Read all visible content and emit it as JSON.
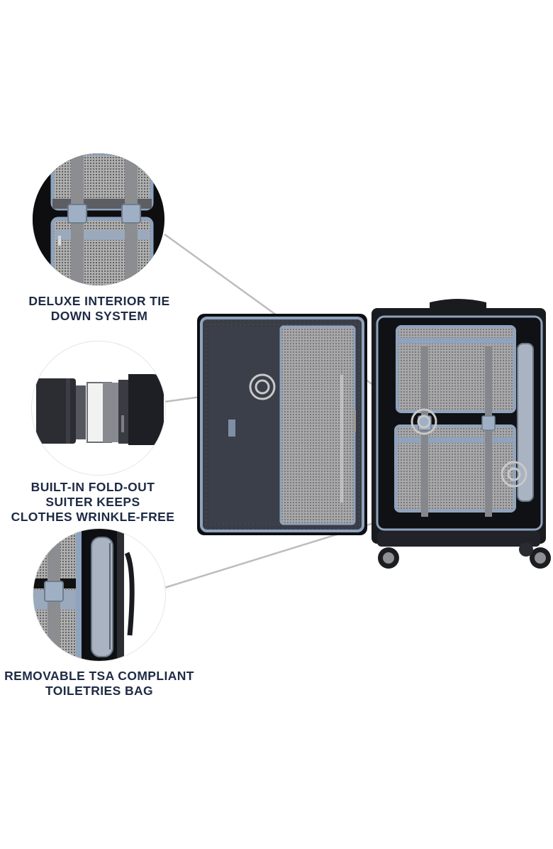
{
  "features": [
    {
      "id": "tie-down",
      "caption_lines": [
        "DELUXE INTERIOR TIE",
        "DOWN SYSTEM"
      ],
      "icon": "tie-down-buckle-closeup"
    },
    {
      "id": "fold-out-suiter",
      "caption_lines": [
        "BUILT-IN FOLD-OUT",
        "SUITER KEEPS",
        "CLOTHES WRINKLE-FREE"
      ],
      "icon": "fold-out-suiter-closeup"
    },
    {
      "id": "toiletries-bag",
      "caption_lines": [
        "REMOVABLE TSA COMPLIANT",
        "TOILETRIES BAG"
      ],
      "icon": "toiletries-bag-closeup"
    }
  ],
  "product": {
    "image": "open-spinner-suitcase",
    "colors": {
      "shell": "#1a1b1f",
      "lining": "#3a3d46",
      "trim": "#8ea3be",
      "mesh": "#9a9a9c",
      "strap": "#8a8c90",
      "caption": "#1f2b45",
      "leader_line": "#b9b9b9"
    }
  }
}
